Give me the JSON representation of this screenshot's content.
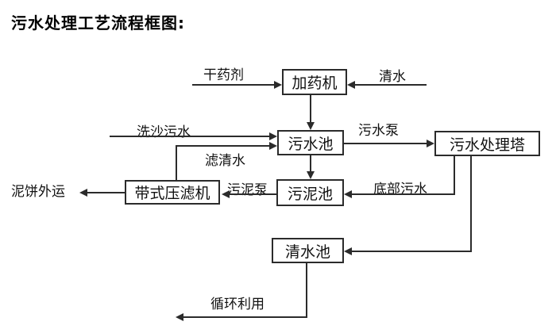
{
  "title": "污水处理工艺流程框图:",
  "colors": {
    "line": "#2b2b2b",
    "text": "#111111",
    "box_border": "#2b2b2b",
    "box_background": "#ffffff",
    "page_background": "#ffffff"
  },
  "nodes": {
    "dosing_machine": "加药机",
    "sewage_pool": "污水池",
    "treatment_tower": "污水处理塔",
    "belt_filter_press": "带式压滤机",
    "sludge_pool": "污泥池",
    "clean_water_pool": "清水池"
  },
  "labels": {
    "dry_chemical": "干药剂",
    "clean_water": "清水",
    "sand_washing_sewage": "洗沙污水",
    "filtered_water": "滤清水",
    "sewage_pump": "污水泵",
    "bottom_sewage": "底部污水",
    "sludge_pump": "污泥泵",
    "mud_cake_out": "泥饼外运",
    "recycle_use": "循环利用"
  }
}
